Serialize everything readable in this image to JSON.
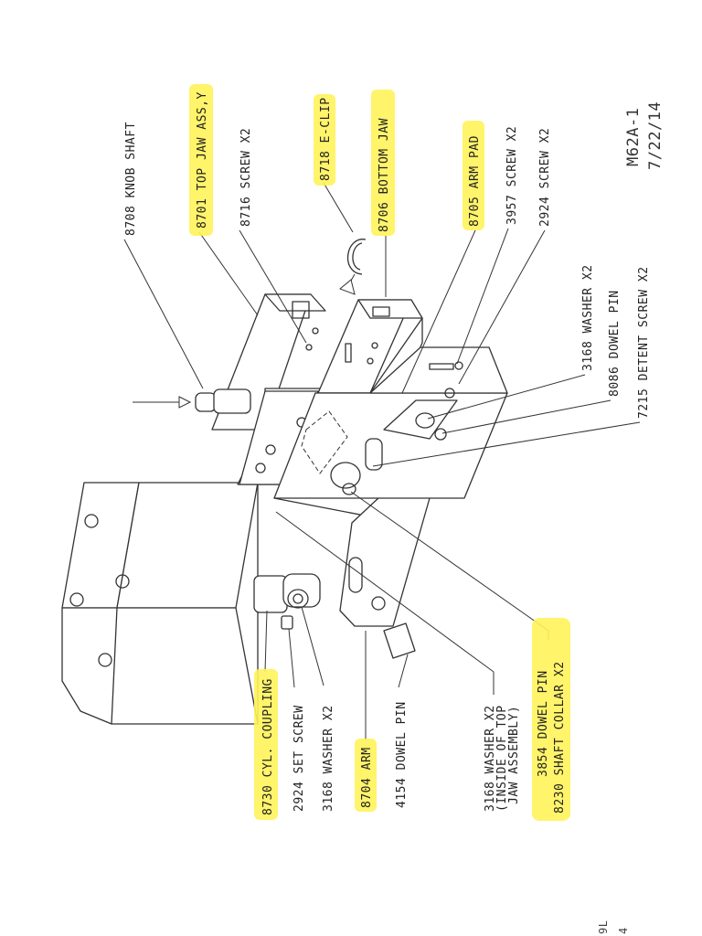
{
  "drawing": {
    "number": "M62A-1",
    "date": "7/22/14",
    "edge_marks": [
      "9L",
      "4"
    ]
  },
  "theme": {
    "highlight": "#fff35a",
    "line": "#333333"
  },
  "callouts": [
    {
      "id": "knob-shaft",
      "text": "8708 KNOB SHAFT",
      "highlighted": false
    },
    {
      "id": "top-jaw",
      "text": "8701 TOP JAW ASS,Y",
      "highlighted": true
    },
    {
      "id": "screw-8716",
      "text": "8716 SCREW X2",
      "highlighted": false
    },
    {
      "id": "e-clip",
      "text": "8718 E-CLIP",
      "highlighted": true
    },
    {
      "id": "bottom-jaw",
      "text": "8706 BOTTOM JAW",
      "highlighted": true
    },
    {
      "id": "arm-pad",
      "text": "8705 ARM PAD",
      "highlighted": true
    },
    {
      "id": "screw-3957",
      "text": "3957 SCREW X2",
      "highlighted": false
    },
    {
      "id": "screw-2924-top",
      "text": "2924 SCREW X2",
      "highlighted": false
    },
    {
      "id": "washer-3168-top",
      "text": "3168 WASHER X2",
      "highlighted": false
    },
    {
      "id": "dowel-8086",
      "text": "8086 DOWEL PIN",
      "highlighted": false
    },
    {
      "id": "detent-7215",
      "text": "7215 DETENT SCREW X2",
      "highlighted": false
    },
    {
      "id": "cyl-coupling",
      "text": "8730 CYL. COUPLING",
      "highlighted": true
    },
    {
      "id": "set-screw",
      "text": "2924 SET SCREW",
      "highlighted": false
    },
    {
      "id": "washer-3168-low",
      "text": "3168 WASHER X2",
      "highlighted": false
    },
    {
      "id": "arm",
      "text": "8704 ARM",
      "highlighted": true
    },
    {
      "id": "dowel-4154",
      "text": "4154 DOWEL PIN",
      "highlighted": false
    },
    {
      "id": "washer-inside-1",
      "text": "3168 WASHER X2",
      "highlighted": false
    },
    {
      "id": "washer-inside-2",
      "text": "(INSIDE OF TOP",
      "highlighted": false
    },
    {
      "id": "washer-inside-3",
      "text": "JAW ASSEMBLY)",
      "highlighted": false
    },
    {
      "id": "dowel-3854",
      "text": "3854 DOWEL PIN",
      "highlighted": true
    },
    {
      "id": "collar-8230",
      "text": "8230 SHAFT COLLAR X2",
      "highlighted": true
    }
  ]
}
